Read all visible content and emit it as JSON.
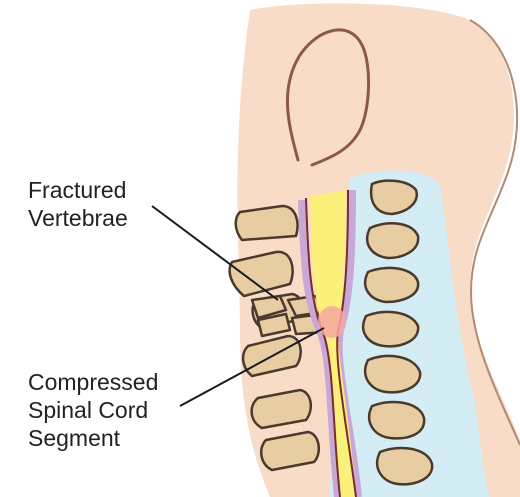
{
  "labels": {
    "fractured": [
      "Fractured",
      "Vertebrae"
    ],
    "compressed": [
      "Compressed",
      "Spinal Cord",
      "Segment"
    ]
  },
  "colors": {
    "skin": "#f9dcc8",
    "outline": "#8a5a45",
    "bone": "#e8cda3",
    "bone_outline": "#4a3a2e",
    "cord": "#fbf07a",
    "dura": "#c9a8d8",
    "csf": "#d4ecf4",
    "compression": "#f7a7a1",
    "leader_line": "#1a1a1a",
    "text": "#222222"
  },
  "icons": {
    "head": "head-outline-icon",
    "cord": "spinal-cord-icon"
  }
}
